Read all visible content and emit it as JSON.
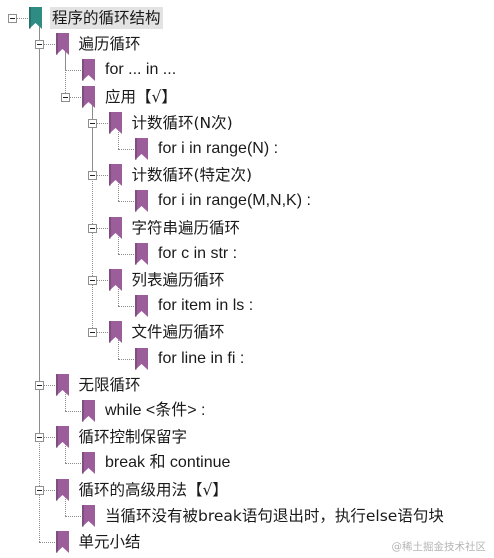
{
  "colors": {
    "root_bookmark": "#2f8c84",
    "bookmark": "#9c5e9b",
    "connector": "#8c8c8c",
    "selected_bg": "#e3e3e3"
  },
  "nodes": [
    {
      "id": "n0",
      "depth": 0,
      "label": "程序的循环结构",
      "toggle": true,
      "bookmark": "root",
      "selected": true,
      "code": false
    },
    {
      "id": "n1",
      "depth": 1,
      "label": "遍历循环",
      "toggle": true,
      "bookmark": "item",
      "code": false
    },
    {
      "id": "n2",
      "depth": 2,
      "label": "for ... in ...",
      "toggle": false,
      "bookmark": "item",
      "code": true
    },
    {
      "id": "n3",
      "depth": 2,
      "label": "应用【√】",
      "toggle": true,
      "bookmark": "item",
      "code": false
    },
    {
      "id": "n4",
      "depth": 3,
      "label": "计数循环(N次)",
      "toggle": true,
      "bookmark": "item",
      "code": false
    },
    {
      "id": "n5",
      "depth": 4,
      "label": "for i in range(N) :",
      "toggle": false,
      "bookmark": "item",
      "code": true
    },
    {
      "id": "n6",
      "depth": 3,
      "label": "计数循环(特定次)",
      "toggle": true,
      "bookmark": "item",
      "code": false
    },
    {
      "id": "n7",
      "depth": 4,
      "label": "for i in range(M,N,K) :",
      "toggle": false,
      "bookmark": "item",
      "code": true
    },
    {
      "id": "n8",
      "depth": 3,
      "label": "字符串遍历循环",
      "toggle": true,
      "bookmark": "item",
      "code": false
    },
    {
      "id": "n9",
      "depth": 4,
      "label": "for c in str :",
      "toggle": false,
      "bookmark": "item",
      "code": true
    },
    {
      "id": "n10",
      "depth": 3,
      "label": "列表遍历循环",
      "toggle": true,
      "bookmark": "item",
      "code": false
    },
    {
      "id": "n11",
      "depth": 4,
      "label": "for item in ls :",
      "toggle": false,
      "bookmark": "item",
      "code": true
    },
    {
      "id": "n12",
      "depth": 3,
      "label": "文件遍历循环",
      "toggle": true,
      "bookmark": "item",
      "code": false
    },
    {
      "id": "n13",
      "depth": 4,
      "label": "for line in fi :",
      "toggle": false,
      "bookmark": "item",
      "code": true
    },
    {
      "id": "n14",
      "depth": 1,
      "label": "无限循环",
      "toggle": true,
      "bookmark": "item",
      "code": false
    },
    {
      "id": "n15",
      "depth": 2,
      "label": "while <条件> :",
      "toggle": false,
      "bookmark": "item",
      "code": true
    },
    {
      "id": "n16",
      "depth": 1,
      "label": "循环控制保留字",
      "toggle": true,
      "bookmark": "item",
      "code": false
    },
    {
      "id": "n17",
      "depth": 2,
      "label": "break 和 continue",
      "toggle": false,
      "bookmark": "item",
      "code": true
    },
    {
      "id": "n18",
      "depth": 1,
      "label": "循环的高级用法【√】",
      "toggle": true,
      "bookmark": "item",
      "code": false
    },
    {
      "id": "n19",
      "depth": 2,
      "label": "当循环没有被break语句退出时，执行else语句块",
      "toggle": false,
      "bookmark": "item",
      "code": false
    },
    {
      "id": "n20",
      "depth": 1,
      "label": "单元小结",
      "toggle": false,
      "bookmark": "item",
      "code": false
    }
  ],
  "watermark": "@稀土掘金技术社区"
}
